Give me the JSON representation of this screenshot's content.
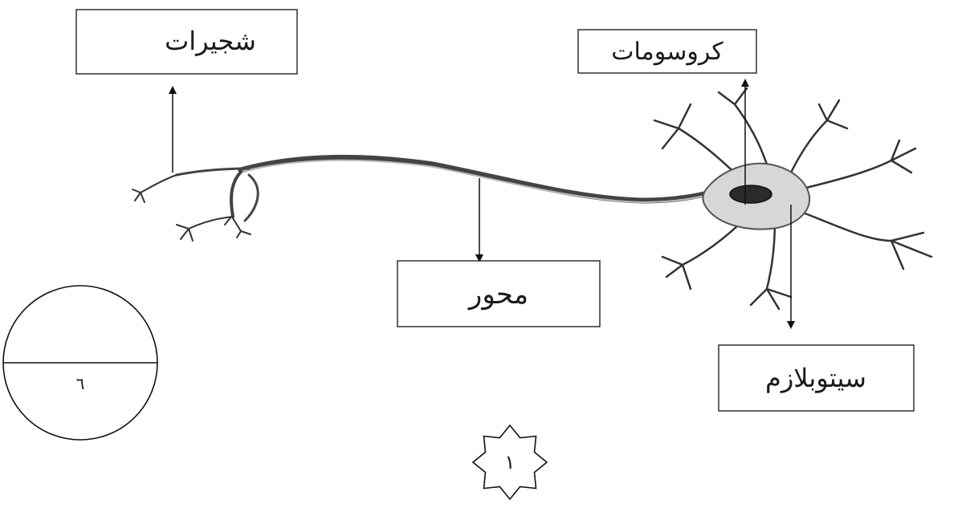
{
  "labels": {
    "dendrites": "شجيرات",
    "chromosomes": "كروسومات",
    "axon": "محور",
    "cytoplasm": "سيتوبلازم"
  },
  "score_circle": {
    "value": "٦"
  },
  "page_badge": {
    "number": "١"
  },
  "colors": {
    "ink": "#1a1a1a",
    "cell_fill": "#d7d7d7",
    "nucleus": "#2b2b2b"
  }
}
